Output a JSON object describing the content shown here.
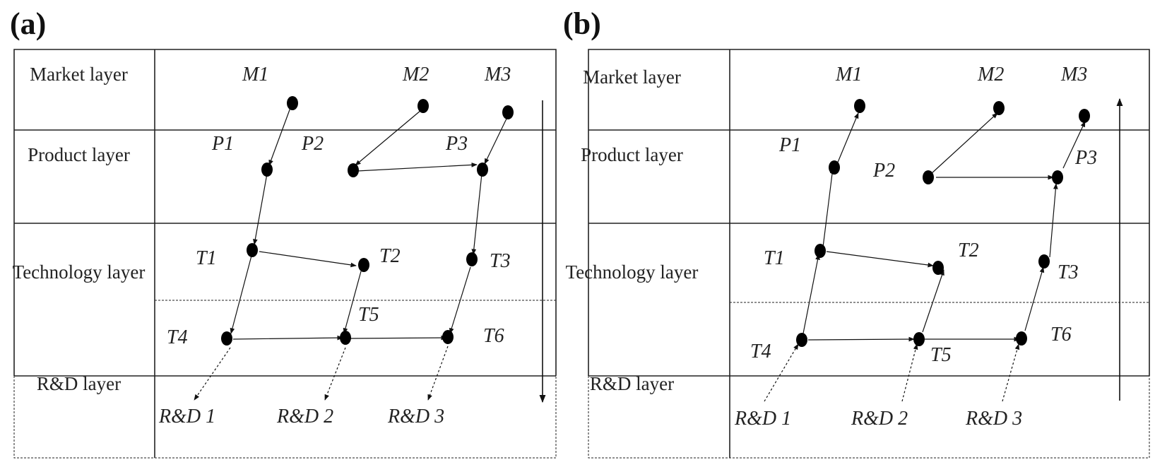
{
  "panels": [
    {
      "label": "(a)",
      "layers": [
        "Market layer",
        "Product layer",
        "Technology layer",
        "R&D layer"
      ],
      "nodes": [
        "M1",
        "M2",
        "M3",
        "P1",
        "P2",
        "P3",
        "T1",
        "T2",
        "T3",
        "T4",
        "T5",
        "T6",
        "R&D 1",
        "R&D 2",
        "R&D 3"
      ],
      "flow_direction": "top-down"
    },
    {
      "label": "(b)",
      "layers": [
        "Market layer",
        "Product layer",
        "Technology layer",
        "R&D layer"
      ],
      "nodes": [
        "M1",
        "M2",
        "M3",
        "P1",
        "P2",
        "P3",
        "T1",
        "T2",
        "T3",
        "T4",
        "T5",
        "T6",
        "R&D 1",
        "R&D 2",
        "R&D 3"
      ],
      "flow_direction": "bottom-up"
    }
  ]
}
